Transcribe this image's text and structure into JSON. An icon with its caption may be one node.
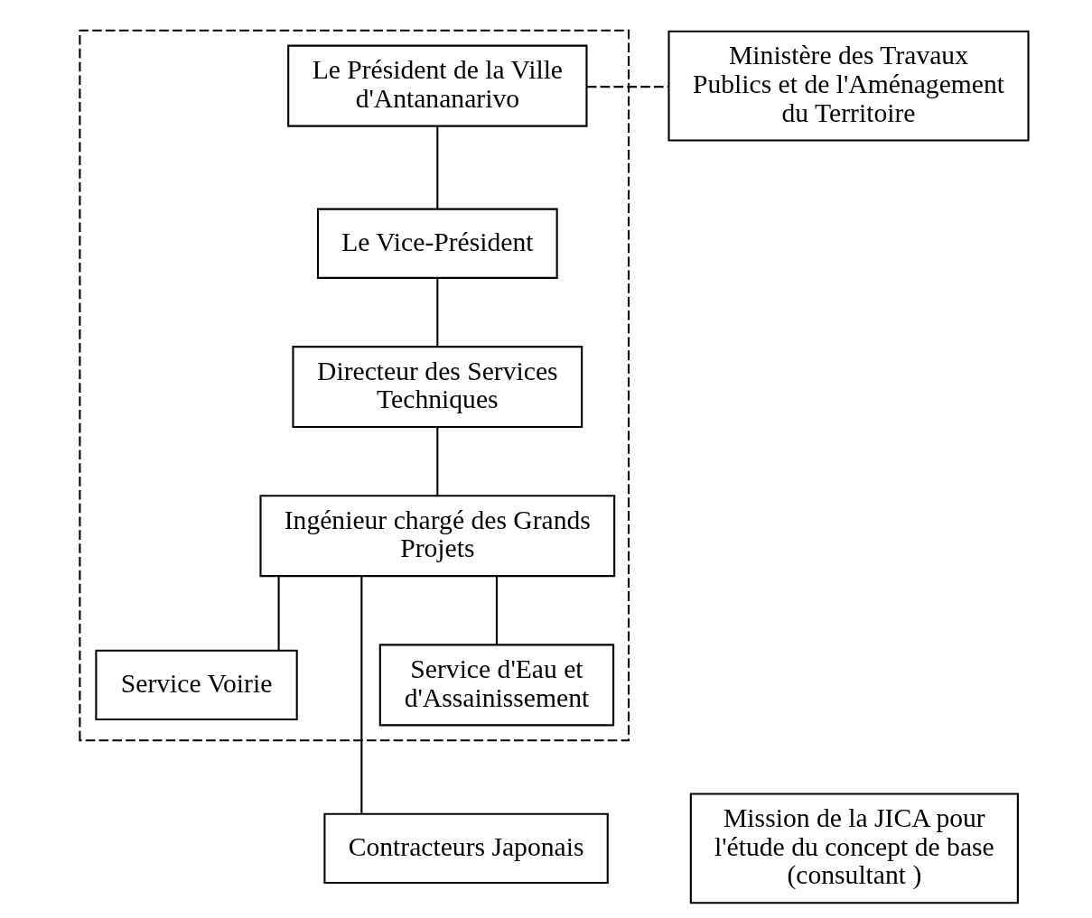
{
  "diagram": {
    "nodes": [
      {
        "text": [],
        "shape": "box"
      },
      {
        "text": [
          "Le Président de la Ville d'Antananarivo"
        ],
        "in": 0
      },
      {
        "text": [
          "Ministère des Travaux Publics et de l'Aménagement du Territoire"
        ]
      },
      {
        "text": [
          "Le Vice-Président"
        ],
        "in": 0
      },
      {
        "text": [
          "Directeur des Services Techniques"
        ],
        "in": 0
      },
      {
        "text": [
          "Ingénieur chargé des Grands Projets"
        ],
        "in": 0
      },
      {
        "text": [
          "Service Voirie"
        ],
        "in": 0
      },
      {
        "text": [
          "Service d'Eau et d'Assainissement"
        ],
        "in": 0
      },
      {
        "text": [
          "Contracteurs Japonais"
        ]
      },
      {
        "text": [
          "Mission de la JICA pour l'étude du concept de base (consultant )"
        ]
      }
    ],
    "edges": [
      {
        "from": 1,
        "to": 2,
        "arrow": "none",
        "style": "dashed"
      },
      {
        "from": 1,
        "to": 3,
        "arrow": "none"
      },
      {
        "from": 3,
        "to": 4,
        "arrow": "none"
      },
      {
        "from": 4,
        "to": 5,
        "arrow": "none"
      },
      {
        "from": 5,
        "to": 6,
        "arrow": "none"
      },
      {
        "from": 5,
        "to": 7,
        "arrow": "none"
      },
      {
        "from": 5,
        "to": 8,
        "arrow": "none"
      }
    ]
  }
}
